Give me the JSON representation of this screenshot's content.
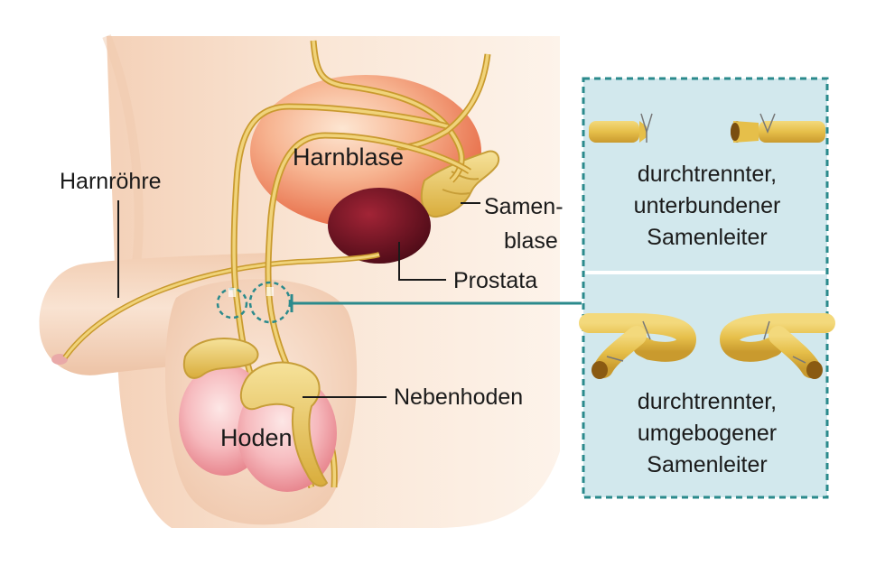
{
  "labels": {
    "harnroehre": "Harnröhre",
    "harnblase": "Harnblase",
    "samenblase_line1": "Samen-",
    "samenblase_line2": "blase",
    "prostata": "Prostata",
    "nebenhoden": "Nebenhoden",
    "hoden": "Hoden"
  },
  "panel_top": {
    "lines": [
      "durchtrennter,",
      "unterbundener",
      "Samenleiter"
    ]
  },
  "panel_bottom": {
    "lines": [
      "durchtrennter,",
      "umgebogener",
      "Samenleiter"
    ]
  },
  "colors": {
    "skin": "#f7dcc6",
    "skin_shadow": "#eec5a8",
    "bladder": "#f08a63",
    "bladder_light": "#fbd0b1",
    "prostate": "#6b1322",
    "vas": "#e7c24d",
    "epididymis": "#e5c160",
    "testis": "#f2a3a8",
    "panel_bg": "#cfe7ec",
    "panel_border": "#2b8a8c",
    "connector": "#2b8a8c"
  }
}
